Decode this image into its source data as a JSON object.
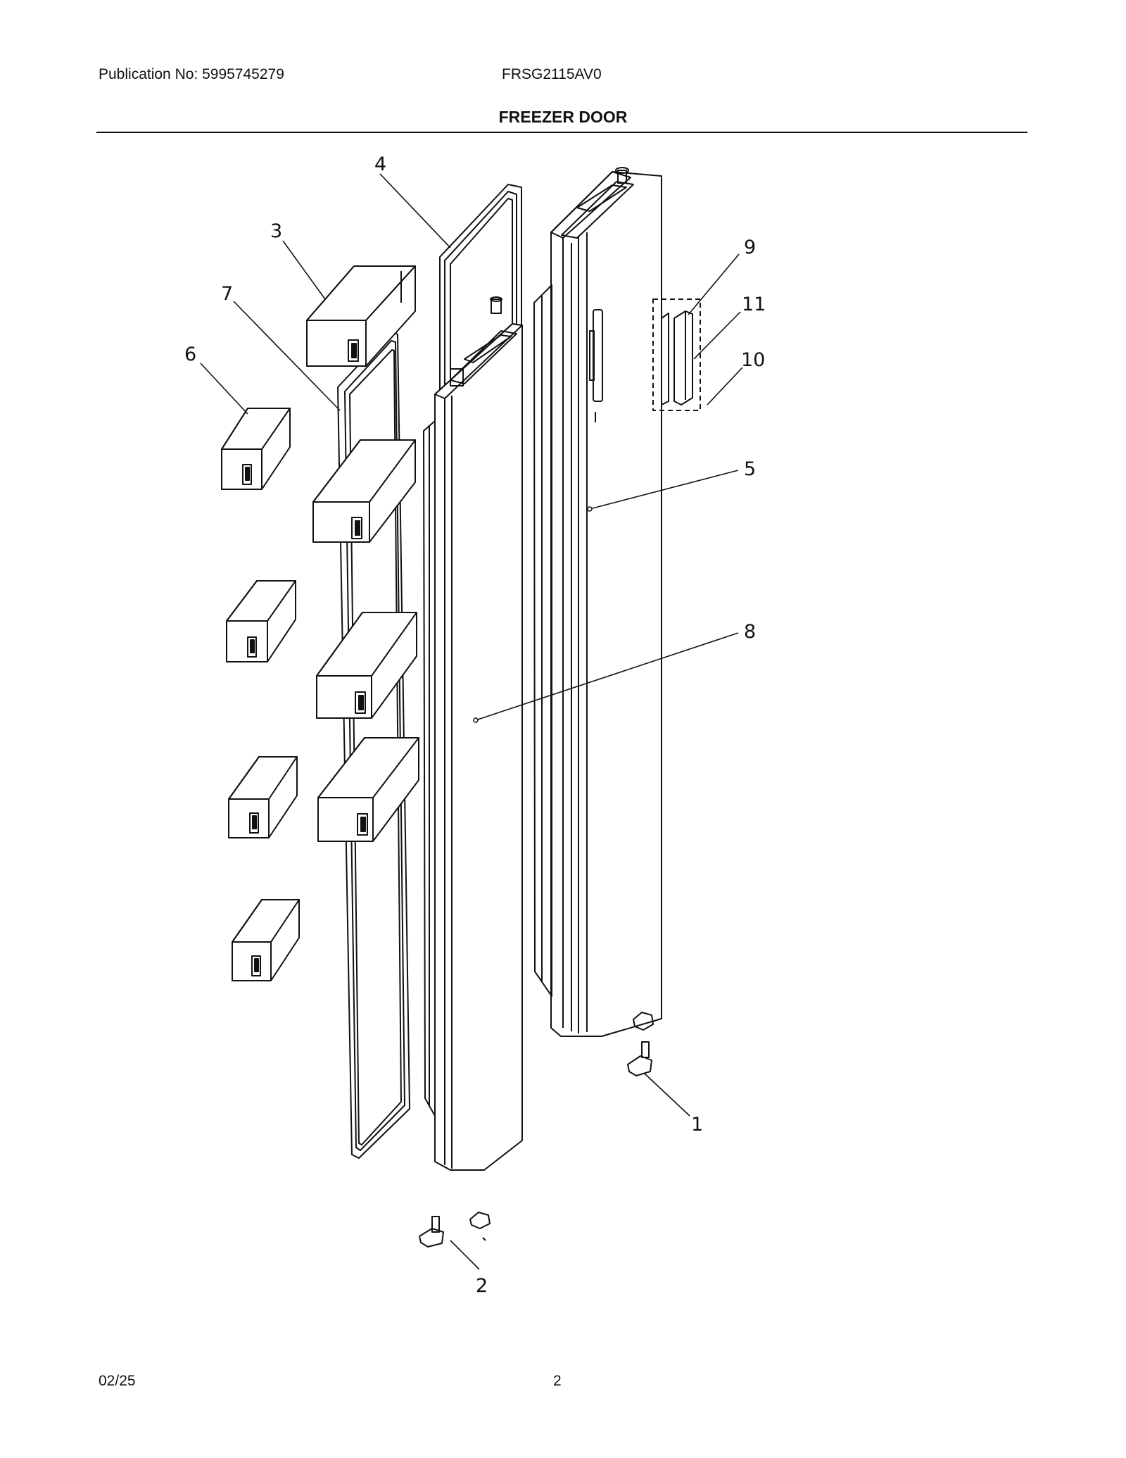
{
  "header": {
    "publication": "Publication No: 5995745279",
    "model": "FRSG2115AV0",
    "title": "FREEZER DOOR"
  },
  "footer": {
    "date": "02/25",
    "page": "2"
  },
  "callouts": {
    "c1": "1",
    "c2": "2",
    "c3": "3",
    "c4": "4",
    "c5": "5",
    "c6": "6",
    "c7": "7",
    "c8": "8",
    "c9": "9",
    "c10": "10",
    "c11": "11"
  }
}
